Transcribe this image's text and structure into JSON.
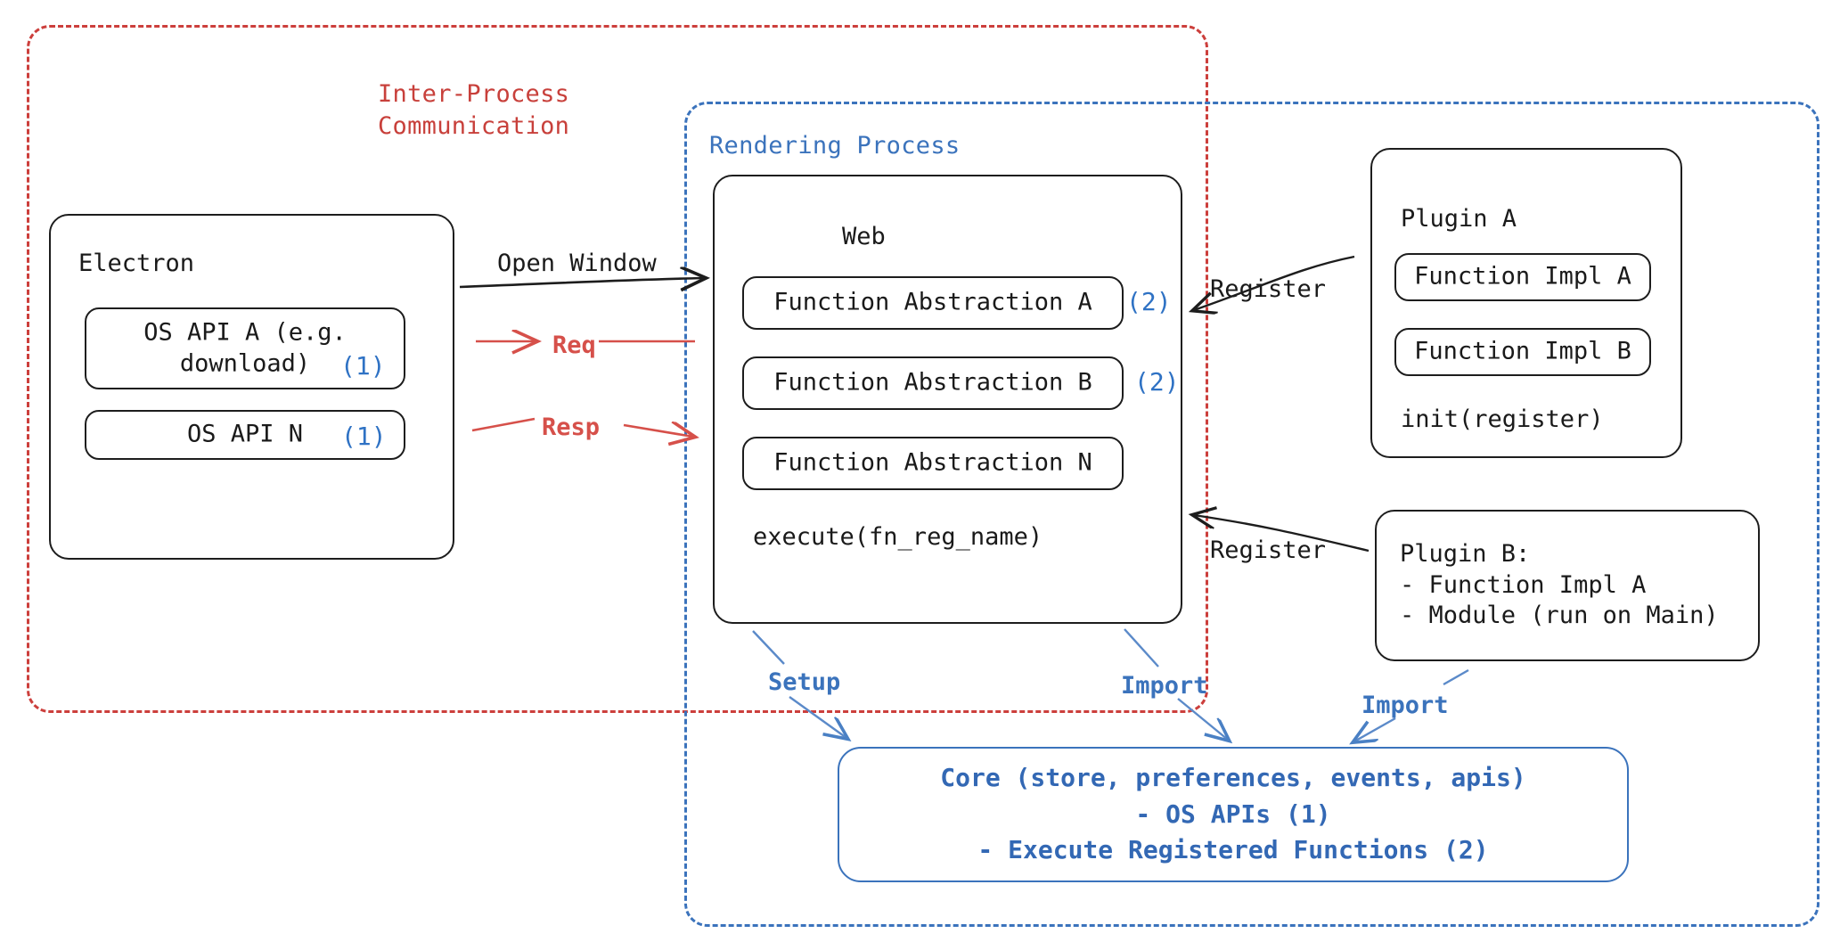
{
  "diagram": {
    "title": "Electron plugin architecture",
    "colors": {
      "ipc_red": "#cc3f3c",
      "render_blue": "#3b73bc",
      "marker_blue": "#2f72c4",
      "arrow_red": "#d6504a",
      "ink_black": "#1d1d1d"
    }
  },
  "zones": {
    "ipc": {
      "label": "Inter-Process\nCommunication"
    },
    "rendering": {
      "label": "Rendering Process"
    }
  },
  "electron": {
    "title": "Electron",
    "apis": [
      {
        "label": "OS API A (e.g.\ndownload)",
        "marker": "(1)"
      },
      {
        "label": "OS API N",
        "marker": "(1)"
      }
    ]
  },
  "web": {
    "title": "Web",
    "abstractions": [
      {
        "label": "Function Abstraction A",
        "marker": "(2)"
      },
      {
        "label": "Function Abstraction B",
        "marker": "(2)"
      },
      {
        "label": "Function Abstraction N",
        "marker": ""
      }
    ],
    "execute": "execute(fn_reg_name)"
  },
  "plugin_a": {
    "title": "Plugin A",
    "impls": [
      "Function Impl A",
      "Function Impl B"
    ],
    "init": "init(register)"
  },
  "plugin_b": {
    "text": "Plugin B:\n- Function Impl A\n- Module (run on Main)"
  },
  "core": {
    "text": "Core (store, preferences, events, apis)\n- OS APIs (1)\n- Execute Registered Functions (2)"
  },
  "arrows": {
    "open_window": "Open Window",
    "req": "Req",
    "resp": "Resp",
    "register_top": "Register",
    "register_bottom": "Register",
    "setup": "Setup",
    "import_web": "Import",
    "import_plugin_b": "Import"
  }
}
